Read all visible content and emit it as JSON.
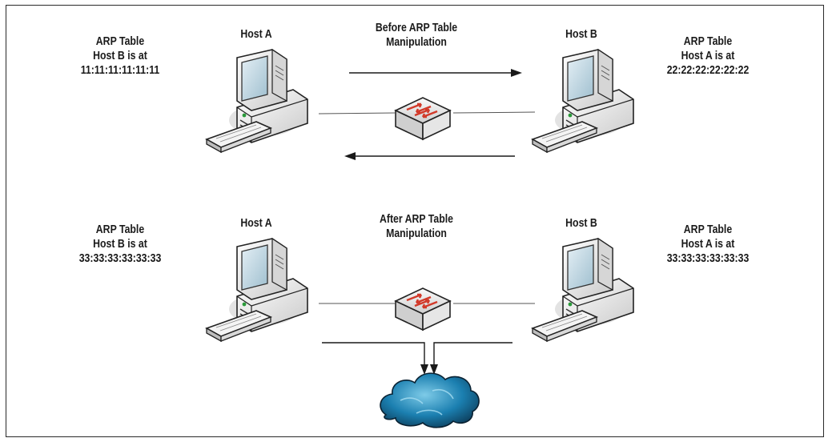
{
  "top": {
    "host_a": "Host A",
    "host_b": "Host B",
    "caption_line1": "Before ARP Table",
    "caption_line2": "Manipulation",
    "left_table": {
      "title": "ARP Table",
      "entry": "Host B is at",
      "mac": "11:11:11:11:11:11"
    },
    "right_table": {
      "title": "ARP Table",
      "entry": "Host A is at",
      "mac": "22:22:22:22:22:22"
    }
  },
  "bottom": {
    "host_a": "Host A",
    "host_b": "Host B",
    "caption_line1": "After ARP Table",
    "caption_line2": "Manipulation",
    "left_table": {
      "title": "ARP Table",
      "entry": "Host B is at",
      "mac": "33:33:33:33:33:33"
    },
    "right_table": {
      "title": "ARP Table",
      "entry": "Host A is at",
      "mac": "33:33:33:33:33:33"
    }
  },
  "colors": {
    "cloud": "#1b7fb0",
    "switch_arrows": "#d23a2a",
    "lines": "#1a1a1a",
    "screen": "#c7dbe6"
  },
  "icons": [
    "computer-icon",
    "switch-icon",
    "cloud-icon"
  ]
}
